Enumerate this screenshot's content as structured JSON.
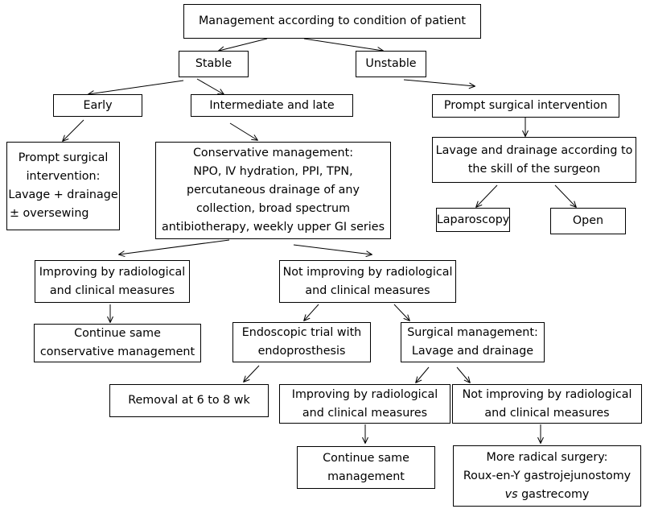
{
  "nodes": {
    "root": [
      "Management according to condition of patient"
    ],
    "stable": [
      "Stable"
    ],
    "unstable": [
      "Unstable"
    ],
    "early": [
      "Early"
    ],
    "intermediate_late": [
      "Intermediate and late"
    ],
    "prompt_surgical_right": [
      "Prompt surgical intervention"
    ],
    "prompt_surgical_left": [
      "Prompt surgical",
      "intervention:",
      "Lavage + drainage",
      "± oversewing"
    ],
    "conservative": [
      "Conservative management:",
      "NPO, Ⅳ hydration, PPI, TPN,",
      "percutaneous drainage of any",
      "collection, broad spectrum",
      "antibiotherapy, weekly upper GI series"
    ],
    "lavage_skill": [
      "Lavage and drainage according to",
      "the skill of the surgeon"
    ],
    "laparoscopy": [
      "Laparoscopy"
    ],
    "open": [
      "Open"
    ],
    "improving_1": [
      "Improving by radiological",
      "and clinical measures"
    ],
    "not_improving_1": [
      "Not improving by radiological",
      "and clinical measures"
    ],
    "continue_conservative": [
      "Continue same",
      "conservative management"
    ],
    "endoscopic_trial": [
      "Endoscopic trial with",
      "endoprosthesis"
    ],
    "surgical_management": [
      "Surgical management:",
      "Lavage and drainage"
    ],
    "removal": [
      "Removal at 6 to 8 wk"
    ],
    "improving_2": [
      "Improving by radiological",
      "and clinical measures"
    ],
    "not_improving_2": [
      "Not improving by radiological",
      "and clinical measures"
    ],
    "continue_management": [
      "Continue same",
      "management"
    ],
    "radical_surgery": [
      "More radical surgery:",
      "Roux-en-Y gastrojejunostomy",
      "vs gastrecomy"
    ]
  },
  "edges": [
    [
      "root",
      "stable"
    ],
    [
      "root",
      "unstable"
    ],
    [
      "stable",
      "early"
    ],
    [
      "stable",
      "intermediate_late"
    ],
    [
      "unstable",
      "prompt_surgical_right"
    ],
    [
      "early",
      "prompt_surgical_left"
    ],
    [
      "intermediate_late",
      "conservative"
    ],
    [
      "prompt_surgical_right",
      "lavage_skill"
    ],
    [
      "lavage_skill",
      "laparoscopy"
    ],
    [
      "lavage_skill",
      "open"
    ],
    [
      "conservative",
      "improving_1"
    ],
    [
      "conservative",
      "not_improving_1"
    ],
    [
      "improving_1",
      "continue_conservative"
    ],
    [
      "not_improving_1",
      "endoscopic_trial"
    ],
    [
      "not_improving_1",
      "surgical_management"
    ],
    [
      "endoscopic_trial",
      "removal"
    ],
    [
      "surgical_management",
      "improving_2"
    ],
    [
      "surgical_management",
      "not_improving_2"
    ],
    [
      "improving_2",
      "continue_management"
    ],
    [
      "not_improving_2",
      "radical_surgery"
    ]
  ]
}
